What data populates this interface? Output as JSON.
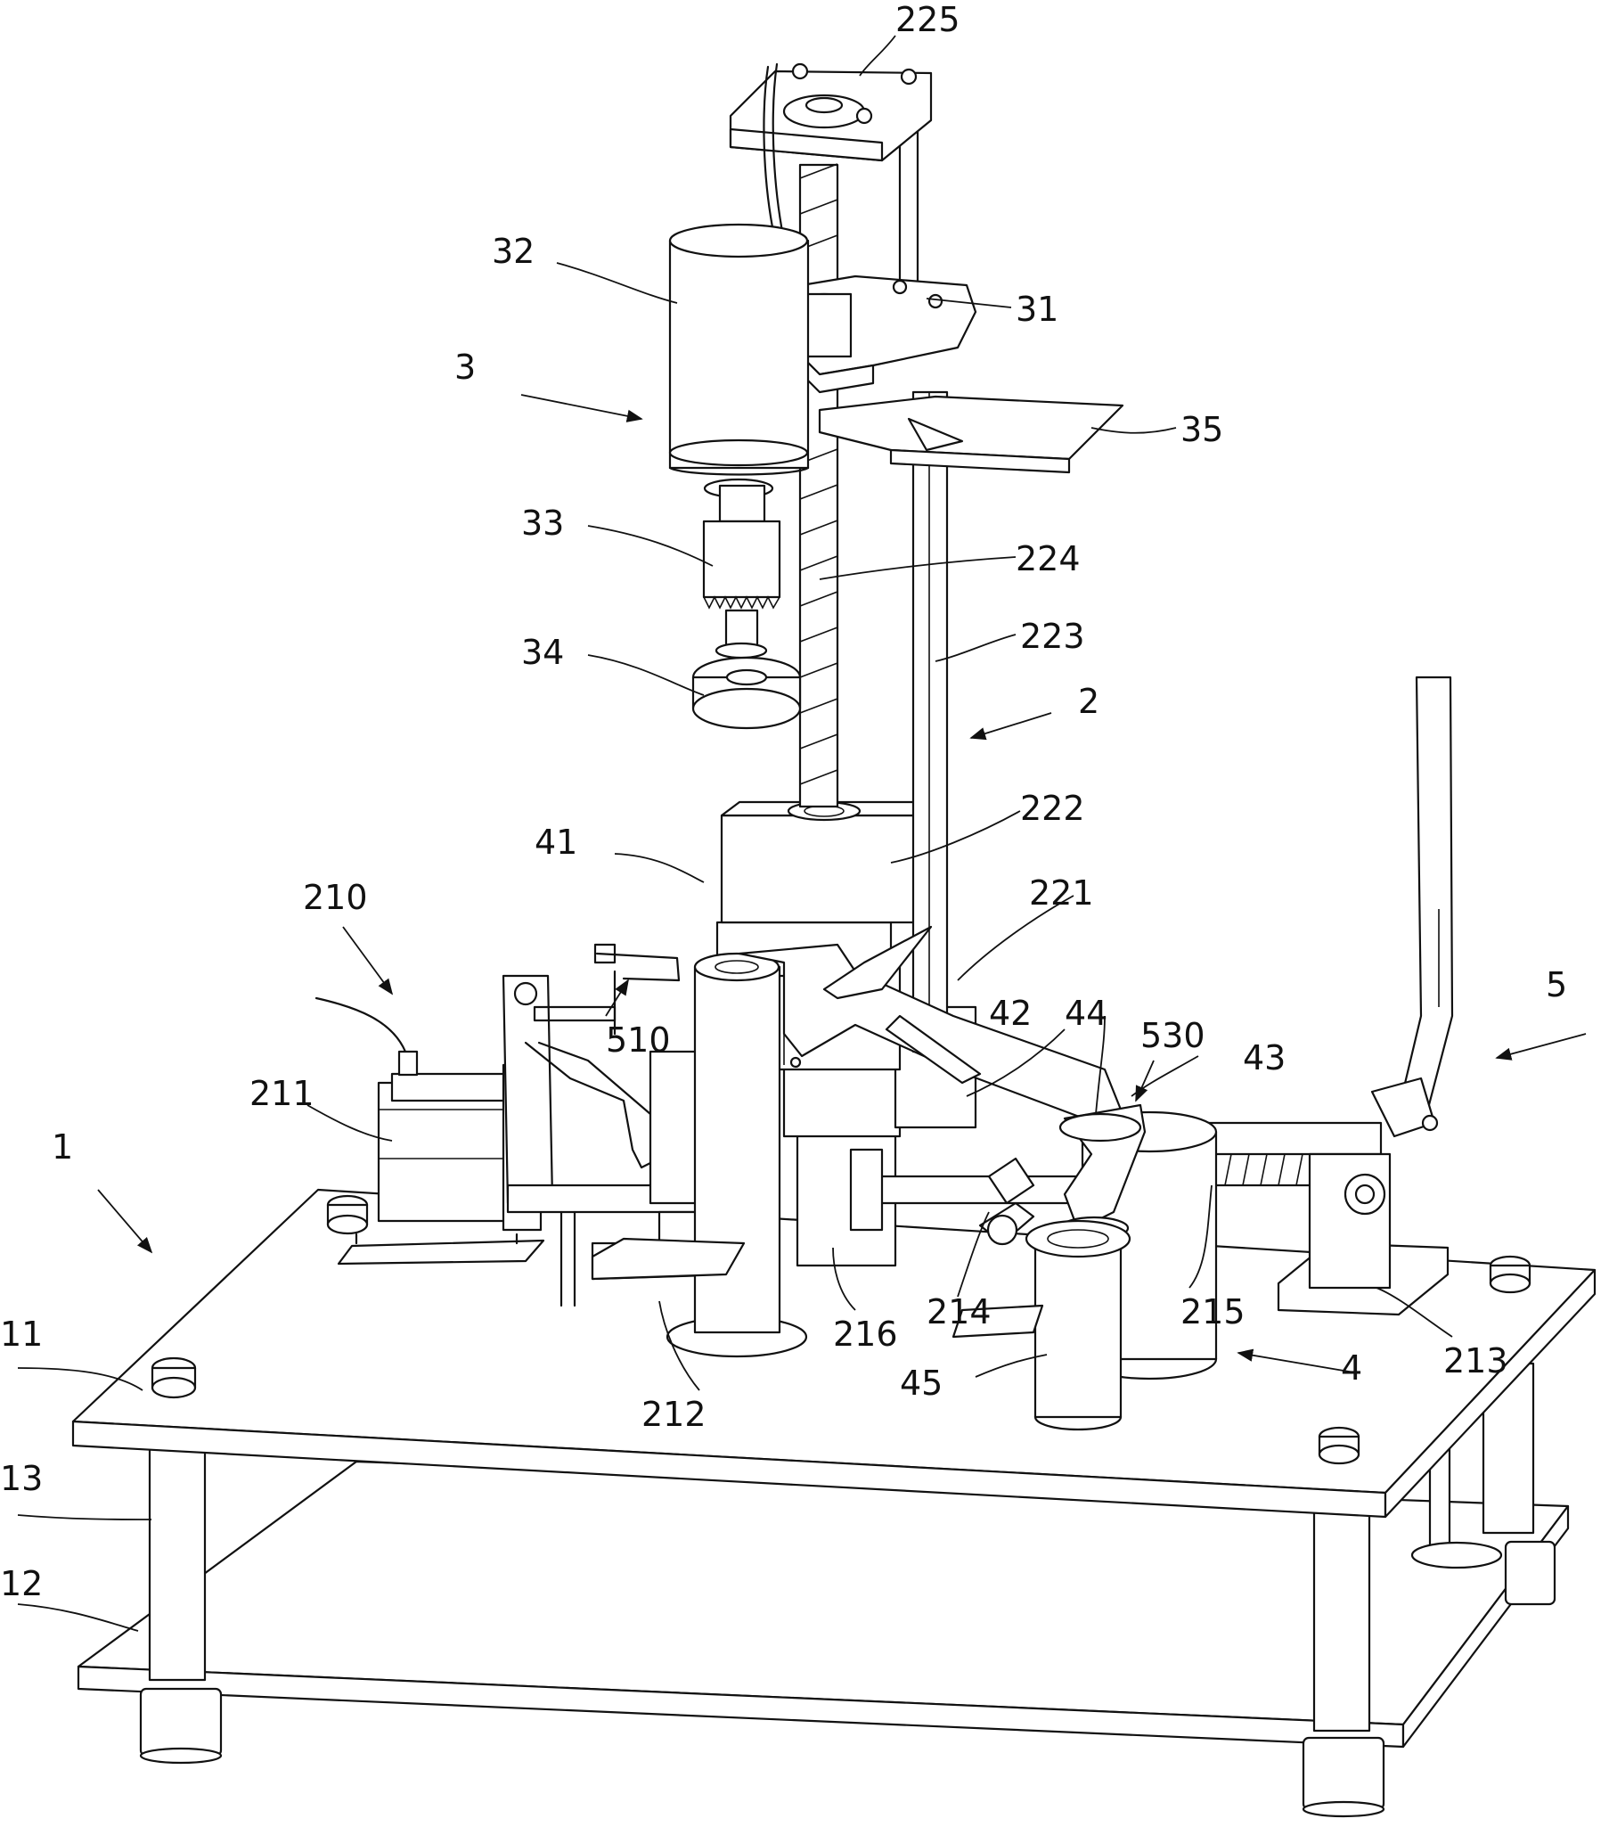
{
  "colors": {
    "line": "#111111",
    "background": "#ffffff"
  },
  "labels": {
    "225": "225",
    "32": "32",
    "31": "31",
    "3": "3",
    "35": "35",
    "33": "33",
    "224": "224",
    "34": "34",
    "223": "223",
    "2": "2",
    "222": "222",
    "41": "41",
    "221": "221",
    "210": "210",
    "5": "5",
    "510": "510",
    "42": "42",
    "44": "44",
    "530": "530",
    "43": "43",
    "211": "211",
    "1": "1",
    "214": "214",
    "215": "215",
    "216": "216",
    "212": "212",
    "213": "213",
    "11": "11",
    "45": "45",
    "4": "4",
    "13": "13",
    "12": "12"
  }
}
